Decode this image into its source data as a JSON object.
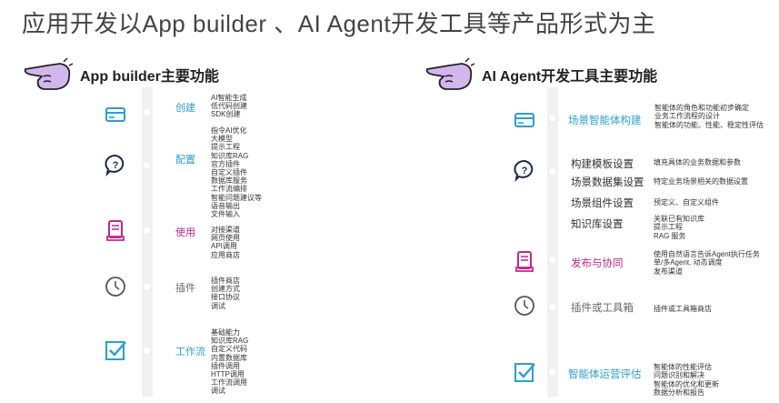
{
  "title": "应用开发以App builder 、AI Agent开发工具等产品形式为主",
  "left": {
    "heading": "App builder主要功能",
    "rows": [
      {
        "label": "创建",
        "items": "AI智能生成\n低代码创建\nSDK创建"
      },
      {
        "label": "配置",
        "items": "指令AI优化\n大模型\n提示工程\n知识库RAG\n官方插件\n自定义插件\n数据库服务\n工作流编排\n智能问题建议等\n语音输出\n文件输入"
      },
      {
        "label": "使用",
        "items": "对接渠道\n网页使用\nAPI调用\n应用商店"
      },
      {
        "label": "插件",
        "items": "插件商店\n创建方式\n接口协议\n调试"
      },
      {
        "label": "工作流",
        "items": "基础能力\n知识库RAG\n自定义代码\n内置数据库\n插件调用\nHTTP调用\n工作流调用\n调试"
      }
    ]
  },
  "right": {
    "heading": "AI Agent开发工具主要功能",
    "rows": [
      {
        "label": "场景智能体构建",
        "items": "智能体的角色和功能初步确定\n业务工作流程的设计\n智能体的功能、性能、稳定性评估"
      },
      {
        "label": "构建模板设置",
        "items": "填充具体的业务数据和参数"
      },
      {
        "label": "场景数据集设置",
        "items": "特定业务场景相关的数据设置"
      },
      {
        "label": "场景组件设置",
        "items": "预定义、自定义组件"
      },
      {
        "label": "知识库设置",
        "items": "关联已有知识库\n提示工程\nRAG 服务"
      },
      {
        "label": "发布与协同",
        "items": "使用自然语言告诉Agent执行任务\n单/多Agent, 动态调度\n发布渠道"
      },
      {
        "label": "插件或工具箱",
        "items": "插件或工具箱商店"
      },
      {
        "label": "智能体运营评估",
        "items": "智能体的性能评估\n问题识别和解决\n智能体的优化和更新\n数据分析和报告"
      }
    ]
  },
  "icons": {
    "hand": "pointing-hand-icon",
    "create": "credit-card-icon",
    "config": "question-bubble-icon",
    "use": "scroll-icon",
    "plugin": "clock-icon",
    "workflow": "checkbox-icon"
  },
  "colors": {
    "blue": "#2c9fce",
    "magenta": "#c2278a",
    "purple": "#b48ad8",
    "icon_dark": "#555555"
  }
}
